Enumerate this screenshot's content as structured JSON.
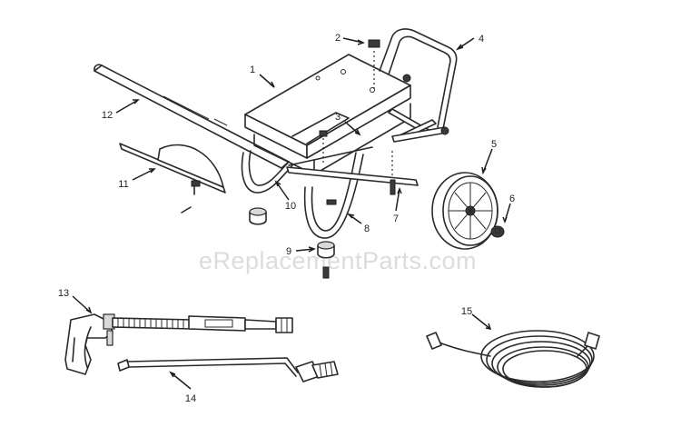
{
  "watermark": "eReplacementParts.com",
  "callouts": [
    {
      "num": "1",
      "part": "base-plate"
    },
    {
      "num": "2",
      "part": "bolt"
    },
    {
      "num": "3",
      "part": "nut"
    },
    {
      "num": "4",
      "part": "handle"
    },
    {
      "num": "5",
      "part": "wheel"
    },
    {
      "num": "6",
      "part": "wheel-cap"
    },
    {
      "num": "7",
      "part": "axle-bolt"
    },
    {
      "num": "8",
      "part": "leg-frame-right"
    },
    {
      "num": "9",
      "part": "foot-and-screw"
    },
    {
      "num": "10",
      "part": "leg-frame-left"
    },
    {
      "num": "11",
      "part": "spray-shield"
    },
    {
      "num": "12",
      "part": "handle-bar"
    },
    {
      "num": "13",
      "part": "spray-gun"
    },
    {
      "num": "14",
      "part": "spray-wand"
    },
    {
      "num": "15",
      "part": "high-pressure-hose"
    }
  ]
}
